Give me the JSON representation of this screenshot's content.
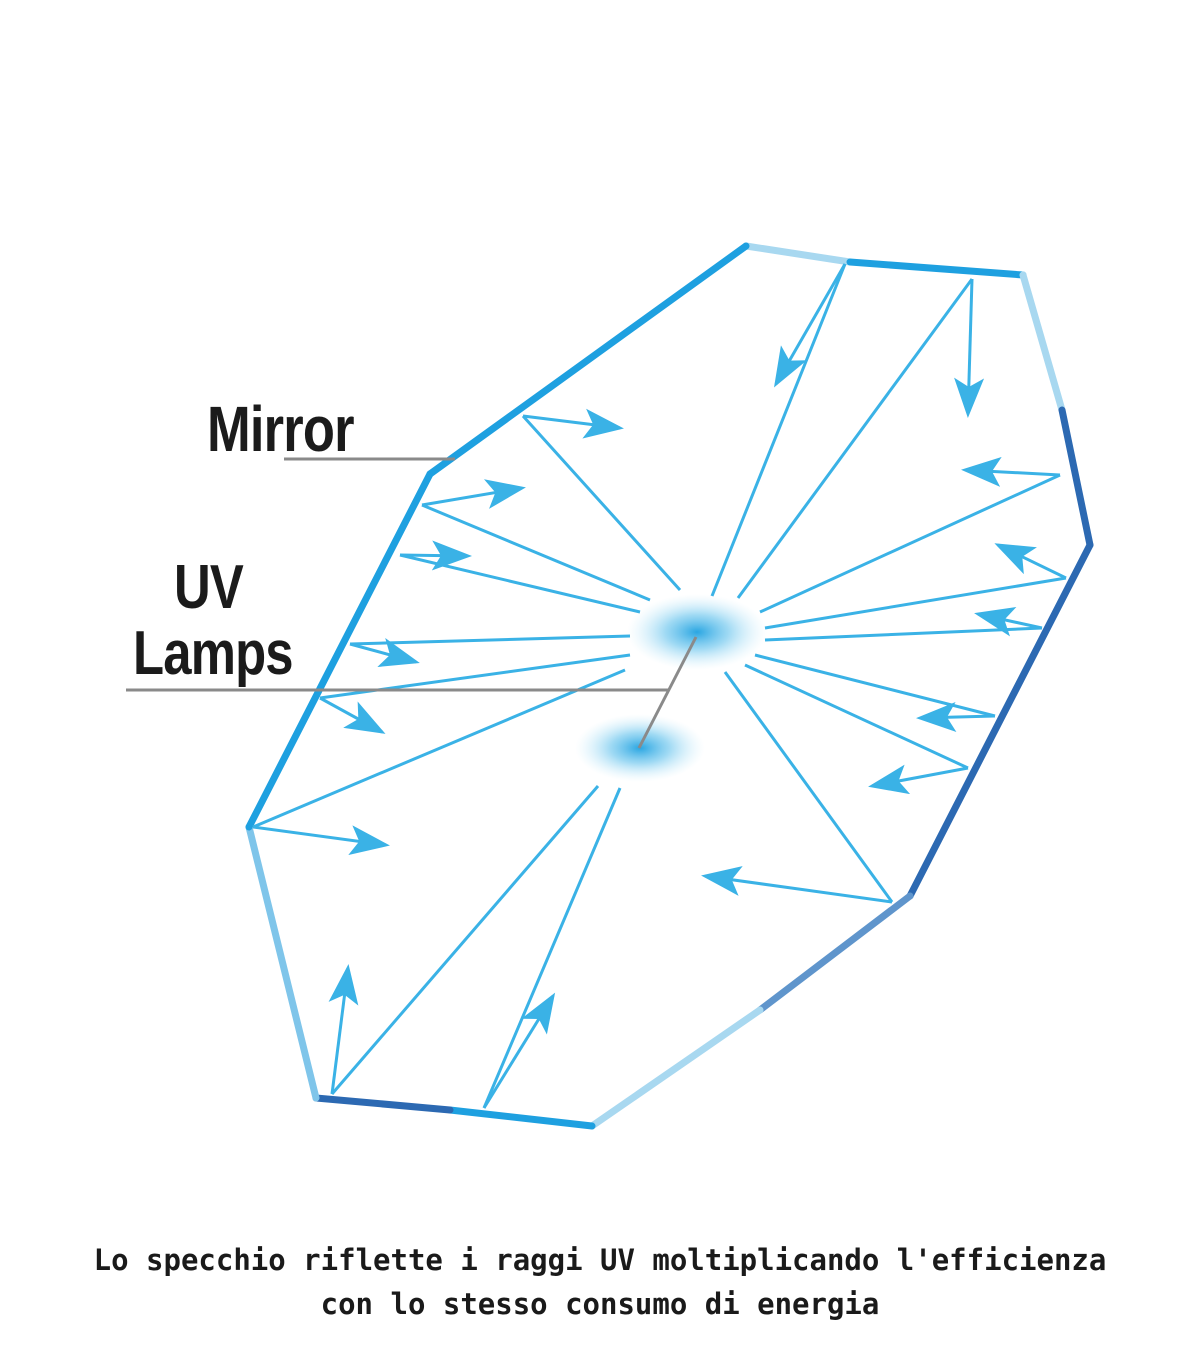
{
  "labels": {
    "mirror": "Mirror",
    "uv": "UV",
    "lamps": "Lamps"
  },
  "caption": {
    "line1": "Lo specchio riflette i raggi UV moltiplicando l'efficienza",
    "line2": "con lo stesso consumo di energia"
  },
  "colors": {
    "mirror_light": "#a8d8f0",
    "mirror_mid": "#1ea0e0",
    "mirror_dark": "#2c69b2",
    "ray": "#3ab2e6",
    "leader_line": "#8a8a8a",
    "label_text": "#1b1b1b"
  },
  "icons": {
    "lamp": "glowing-ellipse-icon",
    "ray_head": "arrowhead-icon"
  }
}
